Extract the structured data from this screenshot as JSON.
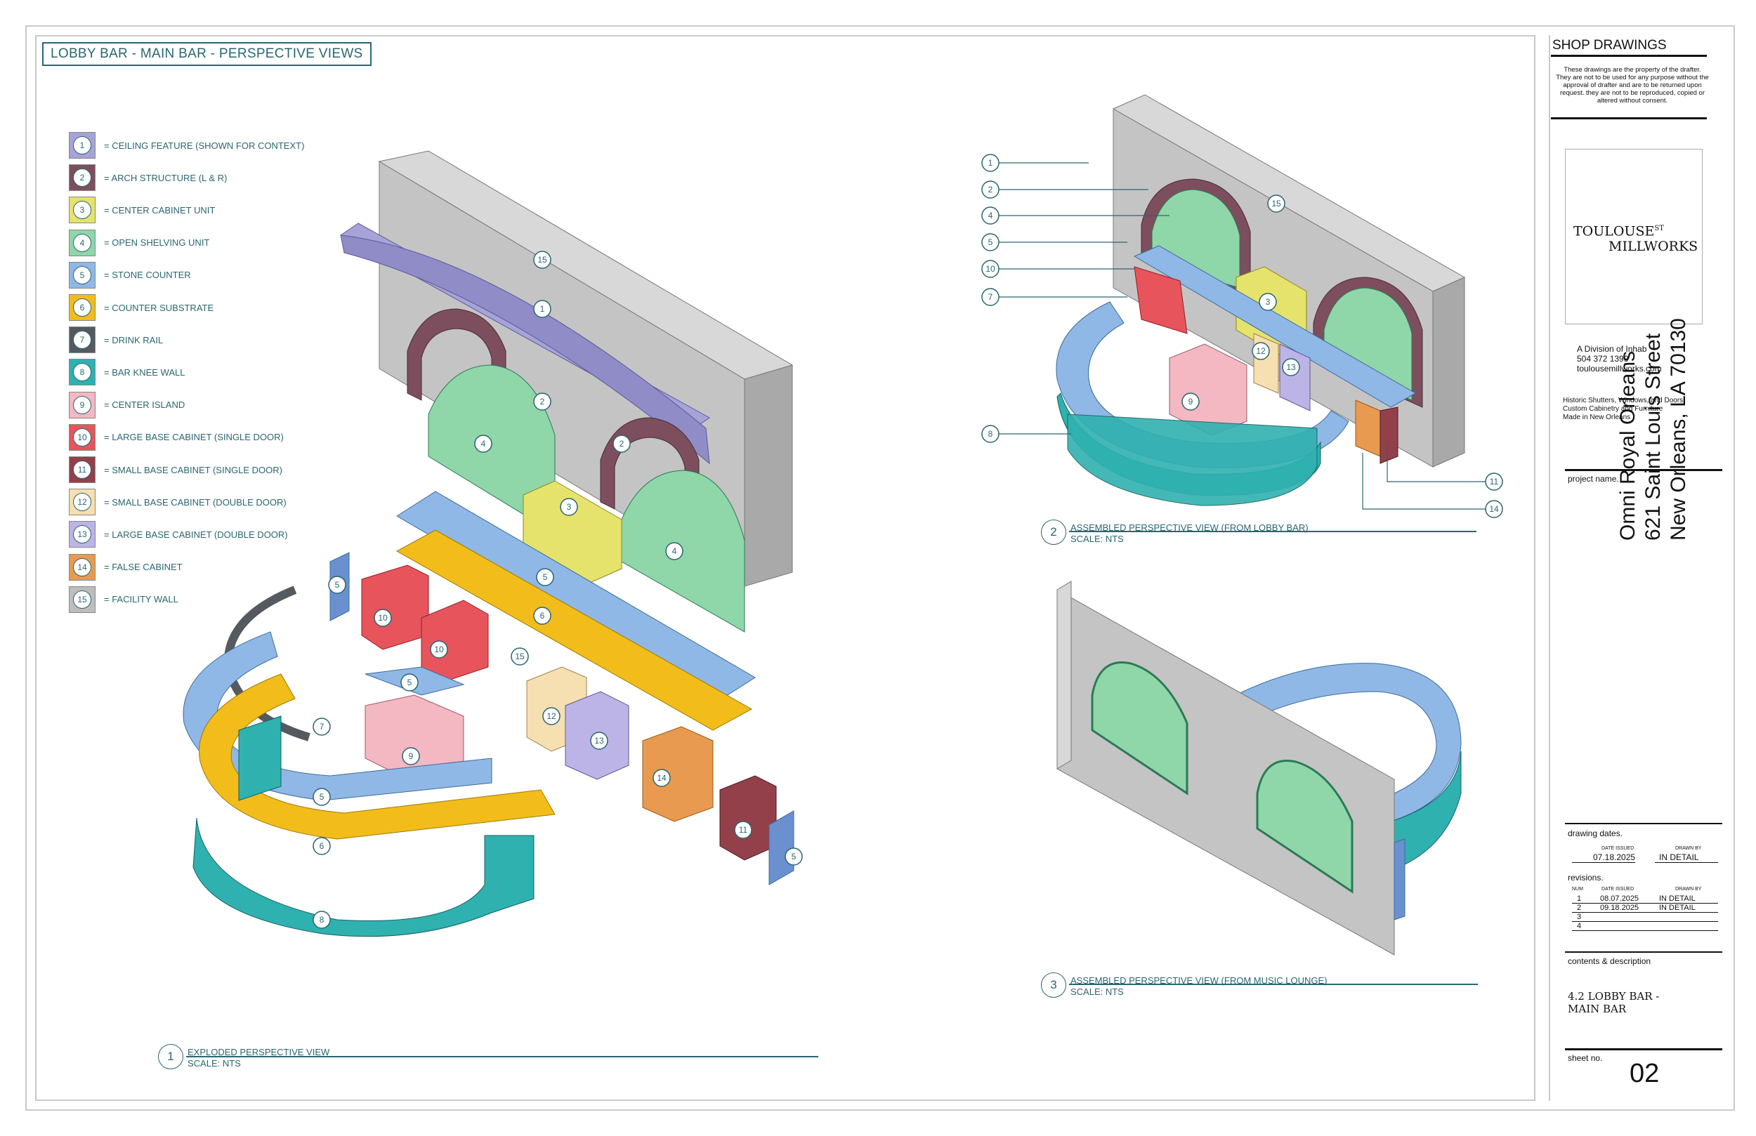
{
  "sheet_title": "LOBBY BAR - MAIN BAR - PERSPECTIVE VIEWS",
  "legend": [
    {
      "num": "1",
      "label": "= CEILING FEATURE (SHOWN FOR CONTEXT)",
      "color": "#a6a3d8"
    },
    {
      "num": "2",
      "label": "= ARCH STRUCTURE (L & R)",
      "color": "#7d4e5e"
    },
    {
      "num": "3",
      "label": "= CENTER CABINET UNIT",
      "color": "#e5e36c"
    },
    {
      "num": "4",
      "label": "= OPEN SHELVING UNIT",
      "color": "#8fd6a8"
    },
    {
      "num": "5",
      "label": "= STONE COUNTER",
      "color": "#8fb8e6"
    },
    {
      "num": "6",
      "label": "= COUNTER SUBSTRATE",
      "color": "#f2bd1b"
    },
    {
      "num": "7",
      "label": "= DRINK RAIL",
      "color": "#555a60"
    },
    {
      "num": "8",
      "label": "= BAR KNEE WALL",
      "color": "#2fb1b0"
    },
    {
      "num": "9",
      "label": "= CENTER ISLAND",
      "color": "#f3b8c2"
    },
    {
      "num": "10",
      "label": "= LARGE BASE CABINET (SINGLE DOOR)",
      "color": "#e8545c"
    },
    {
      "num": "11",
      "label": "= SMALL BASE CABINET (SINGLE DOOR)",
      "color": "#94404a"
    },
    {
      "num": "12",
      "label": "= SMALL BASE CABINET (DOUBLE DOOR)",
      "color": "#f6dfb0"
    },
    {
      "num": "13",
      "label": "= LARGE BASE CABINET (DOUBLE DOOR)",
      "color": "#bcb4e6"
    },
    {
      "num": "14",
      "label": "= FALSE CABINET",
      "color": "#e89a50"
    },
    {
      "num": "15",
      "label": "= FACILITY WALL",
      "color": "#bdbdbd"
    }
  ],
  "views": [
    {
      "num": "1",
      "title": "EXPLODED PERSPECTIVE VIEW",
      "scale": "SCALE: NTS"
    },
    {
      "num": "2",
      "title": "ASSEMBLED PERSPECTIVE VIEW (FROM LOBBY BAR)",
      "scale": "SCALE: NTS"
    },
    {
      "num": "3",
      "title": "ASSEMBLED PERSPECTIVE VIEW (FROM MUSIC LOUNGE)",
      "scale": "SCALE: NTS"
    }
  ],
  "callouts_view2": [
    "1",
    "2",
    "4",
    "5",
    "10",
    "7",
    "8",
    "11",
    "14",
    "15",
    "3",
    "12",
    "13",
    "9"
  ],
  "callouts_view1": [
    "15",
    "1",
    "2",
    "4",
    "2",
    "3",
    "4",
    "5",
    "6",
    "15",
    "10",
    "10",
    "5",
    "5",
    "7",
    "5",
    "6",
    "8",
    "9",
    "12",
    "13",
    "14",
    "11",
    "5"
  ],
  "title_block": {
    "heading": "SHOP DRAWINGS",
    "notice": [
      "These drawings are the property of the drafter.",
      "They are not to be used for any purpose without the",
      "approval of drafter and are to be returned upon",
      "request. they are not to be reproduced, copied or",
      "altered without consent."
    ],
    "logo_line1": "TOULOUSE",
    "logo_sup": "ST",
    "logo_line2": "MILLWORKS",
    "company": [
      "A Division of Inhab",
      "504 372 1390",
      "toulousemillworks.com"
    ],
    "services": [
      "Historic Shutters, Windows, and Doors",
      "Custom Cabinetry and Furniture",
      "Made in New Orleans"
    ],
    "project_label": "project name.",
    "project_lines": [
      "Omni Royal Orleans",
      "621 Saint Louis Street",
      "New Orleans, LA 70130"
    ],
    "dates_label": "drawing dates.",
    "date_issued_hdr": "DATE ISSUED",
    "drawn_by_hdr": "DRAWN BY",
    "date_issued": "07.18.2025",
    "drawn_by": "IN DETAIL",
    "revisions_label": "revisions.",
    "rev_num_hdr": "NUM",
    "revisions": [
      {
        "num": "1",
        "date": "08.07.2025",
        "by": "IN DETAIL"
      },
      {
        "num": "2",
        "date": "09.18.2025",
        "by": "IN DETAIL"
      },
      {
        "num": "3",
        "date": "",
        "by": ""
      },
      {
        "num": "4",
        "date": "",
        "by": ""
      }
    ],
    "contents_label": "contents & description",
    "contents": [
      "4.2 LOBBY BAR -",
      "MAIN BAR"
    ],
    "sheet_label": "sheet no.",
    "sheet_no": "02"
  }
}
